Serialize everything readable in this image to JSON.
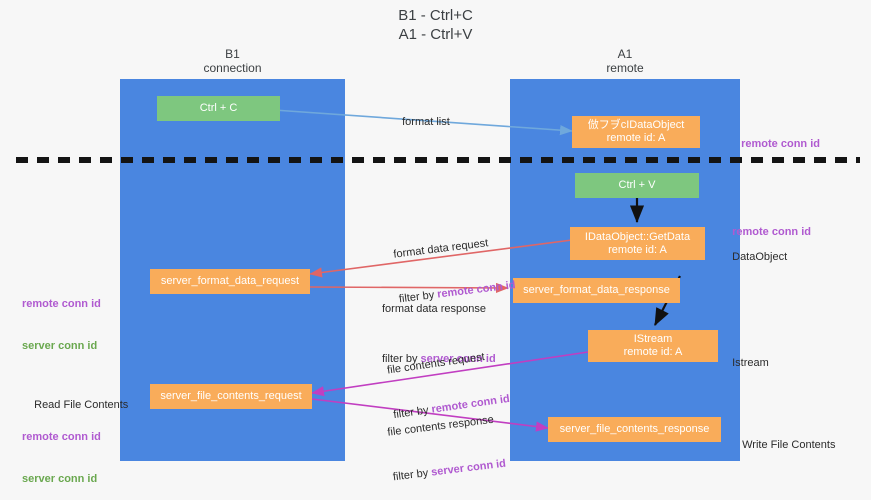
{
  "diagram": {
    "title": "B1 - Ctrl+C\nA1 - Ctrl+V",
    "columns": [
      {
        "id": "b1",
        "label": "B1\nconnection"
      },
      {
        "id": "a1",
        "label": "A1\nremote"
      }
    ],
    "nodes": [
      {
        "id": "ctrl-c",
        "label": "Ctrl + C",
        "color": "green"
      },
      {
        "id": "idataobject-remote",
        "label": "倣フヺcIDataObject\nremote id: A",
        "color": "orange"
      },
      {
        "id": "ctrl-v",
        "label": "Ctrl + V",
        "color": "green"
      },
      {
        "id": "idataobject-getdata",
        "label": "IDataObject::GetData\nremote id: A",
        "color": "orange"
      },
      {
        "id": "server-format-data-request",
        "label": "server_format_data_request",
        "color": "orange"
      },
      {
        "id": "server-format-data-response",
        "label": "server_format_data_response",
        "color": "orange"
      },
      {
        "id": "istream",
        "label": "IStream\nremote id: A",
        "color": "orange"
      },
      {
        "id": "server-file-contents-request",
        "label": "server_file_contents_request",
        "color": "orange"
      },
      {
        "id": "server-file-contents-response",
        "label": "server_file_contents_response",
        "color": "orange"
      }
    ],
    "edge_labels": [
      {
        "id": "format-list",
        "line1": "format list",
        "filter_prefix": "",
        "filter_key": ""
      },
      {
        "id": "format-data-request",
        "line1": "format data request",
        "filter_prefix": "filter by ",
        "filter_key": "remote conn id"
      },
      {
        "id": "format-data-response",
        "line1": "format data response",
        "filter_prefix": "filter by ",
        "filter_key": "server conn id"
      },
      {
        "id": "file-contents-request",
        "line1": "file contents request",
        "filter_prefix": "filter by ",
        "filter_key": "remote conn id"
      },
      {
        "id": "file-contents-response",
        "line1": "file contents response",
        "filter_prefix": "filter by ",
        "filter_key": "server conn id"
      }
    ],
    "annotations": {
      "right_top_remote_conn_id": "remote conn id",
      "right_mid_remote_conn_id": "remote conn id",
      "right_dataobject": "DataObject",
      "right_istream": "Istream",
      "right_write_file_contents": "Write File Contents",
      "left_remote_conn_id": "remote conn id",
      "left_server_conn_id": "server conn id",
      "left_read_file_contents": "Read File Contents",
      "left_bottom_remote_conn_id": "remote conn id",
      "left_bottom_server_conn_id": "server conn id"
    },
    "colors": {
      "lane": "#4a86e0",
      "node_green": "#7ec77f",
      "node_orange": "#f9ac5a",
      "purple": "#b05ad0",
      "green_text": "#6aa84f",
      "arrow_blue": "#6fa8dc",
      "arrow_red": "#e06666",
      "arrow_magenta": "#c13ec1",
      "arrow_black": "#000000",
      "divider": "#1a1a1a",
      "background": "#f7f7f7"
    }
  }
}
